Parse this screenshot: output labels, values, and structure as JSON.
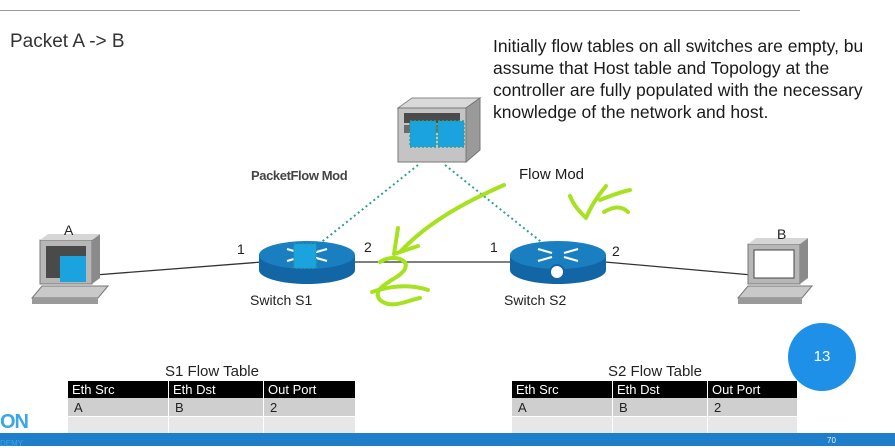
{
  "title": "Packet A -> B",
  "description_lines": [
    "Initially flow tables on all switches are empty, bu",
    "assume that Host table and Topology at the",
    "controller are fully populated with the necessary",
    "knowledge of the network and host."
  ],
  "labels": {
    "packet_flowmod_overlap": "PacketFlow Mod",
    "flow_mod": "Flow Mod",
    "host_a": "A",
    "host_b": "B",
    "switch_s1": "Switch S1",
    "switch_s2": "Switch S2",
    "s1_port_1": "1",
    "s1_port_2": "2",
    "s2_port_1": "1",
    "s2_port_2": "2"
  },
  "s1_table": {
    "title": "S1 Flow Table",
    "headers": [
      "Eth Src",
      "Eth Dst",
      "Out Port"
    ],
    "rows": [
      [
        "A",
        "B",
        "2"
      ],
      [
        "",
        "",
        ""
      ]
    ]
  },
  "s2_table": {
    "title": "S2 Flow Table",
    "headers": [
      "Eth Src",
      "Eth Dst",
      "Out Port"
    ],
    "rows": [
      [
        "A",
        "B",
        "2"
      ],
      [
        "",
        "",
        ""
      ]
    ]
  },
  "badge": "13",
  "page_number": "70",
  "logo_text": "ON",
  "logo_sub": "DEMY",
  "colors": {
    "accent_blue": "#1e90e8",
    "switch_blue": "#1a7fc1",
    "packet_blue": "#1aa3df",
    "annotation_green": "#a6e21f",
    "link_teal": "#2e9f92"
  }
}
